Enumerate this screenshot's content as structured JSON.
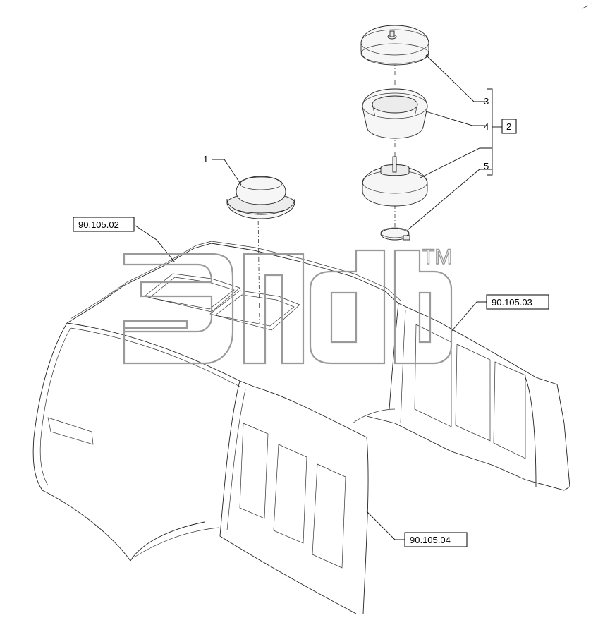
{
  "callouts": {
    "item1": "1",
    "item2": "2",
    "item3": "3",
    "item4": "4",
    "item5": "5"
  },
  "references": {
    "ref_left": "90.105.02",
    "ref_right": "90.105.03",
    "ref_bottom": "90.105.04"
  },
  "watermark": {
    "trademark": "TM",
    "color": "#9a9a9a"
  }
}
